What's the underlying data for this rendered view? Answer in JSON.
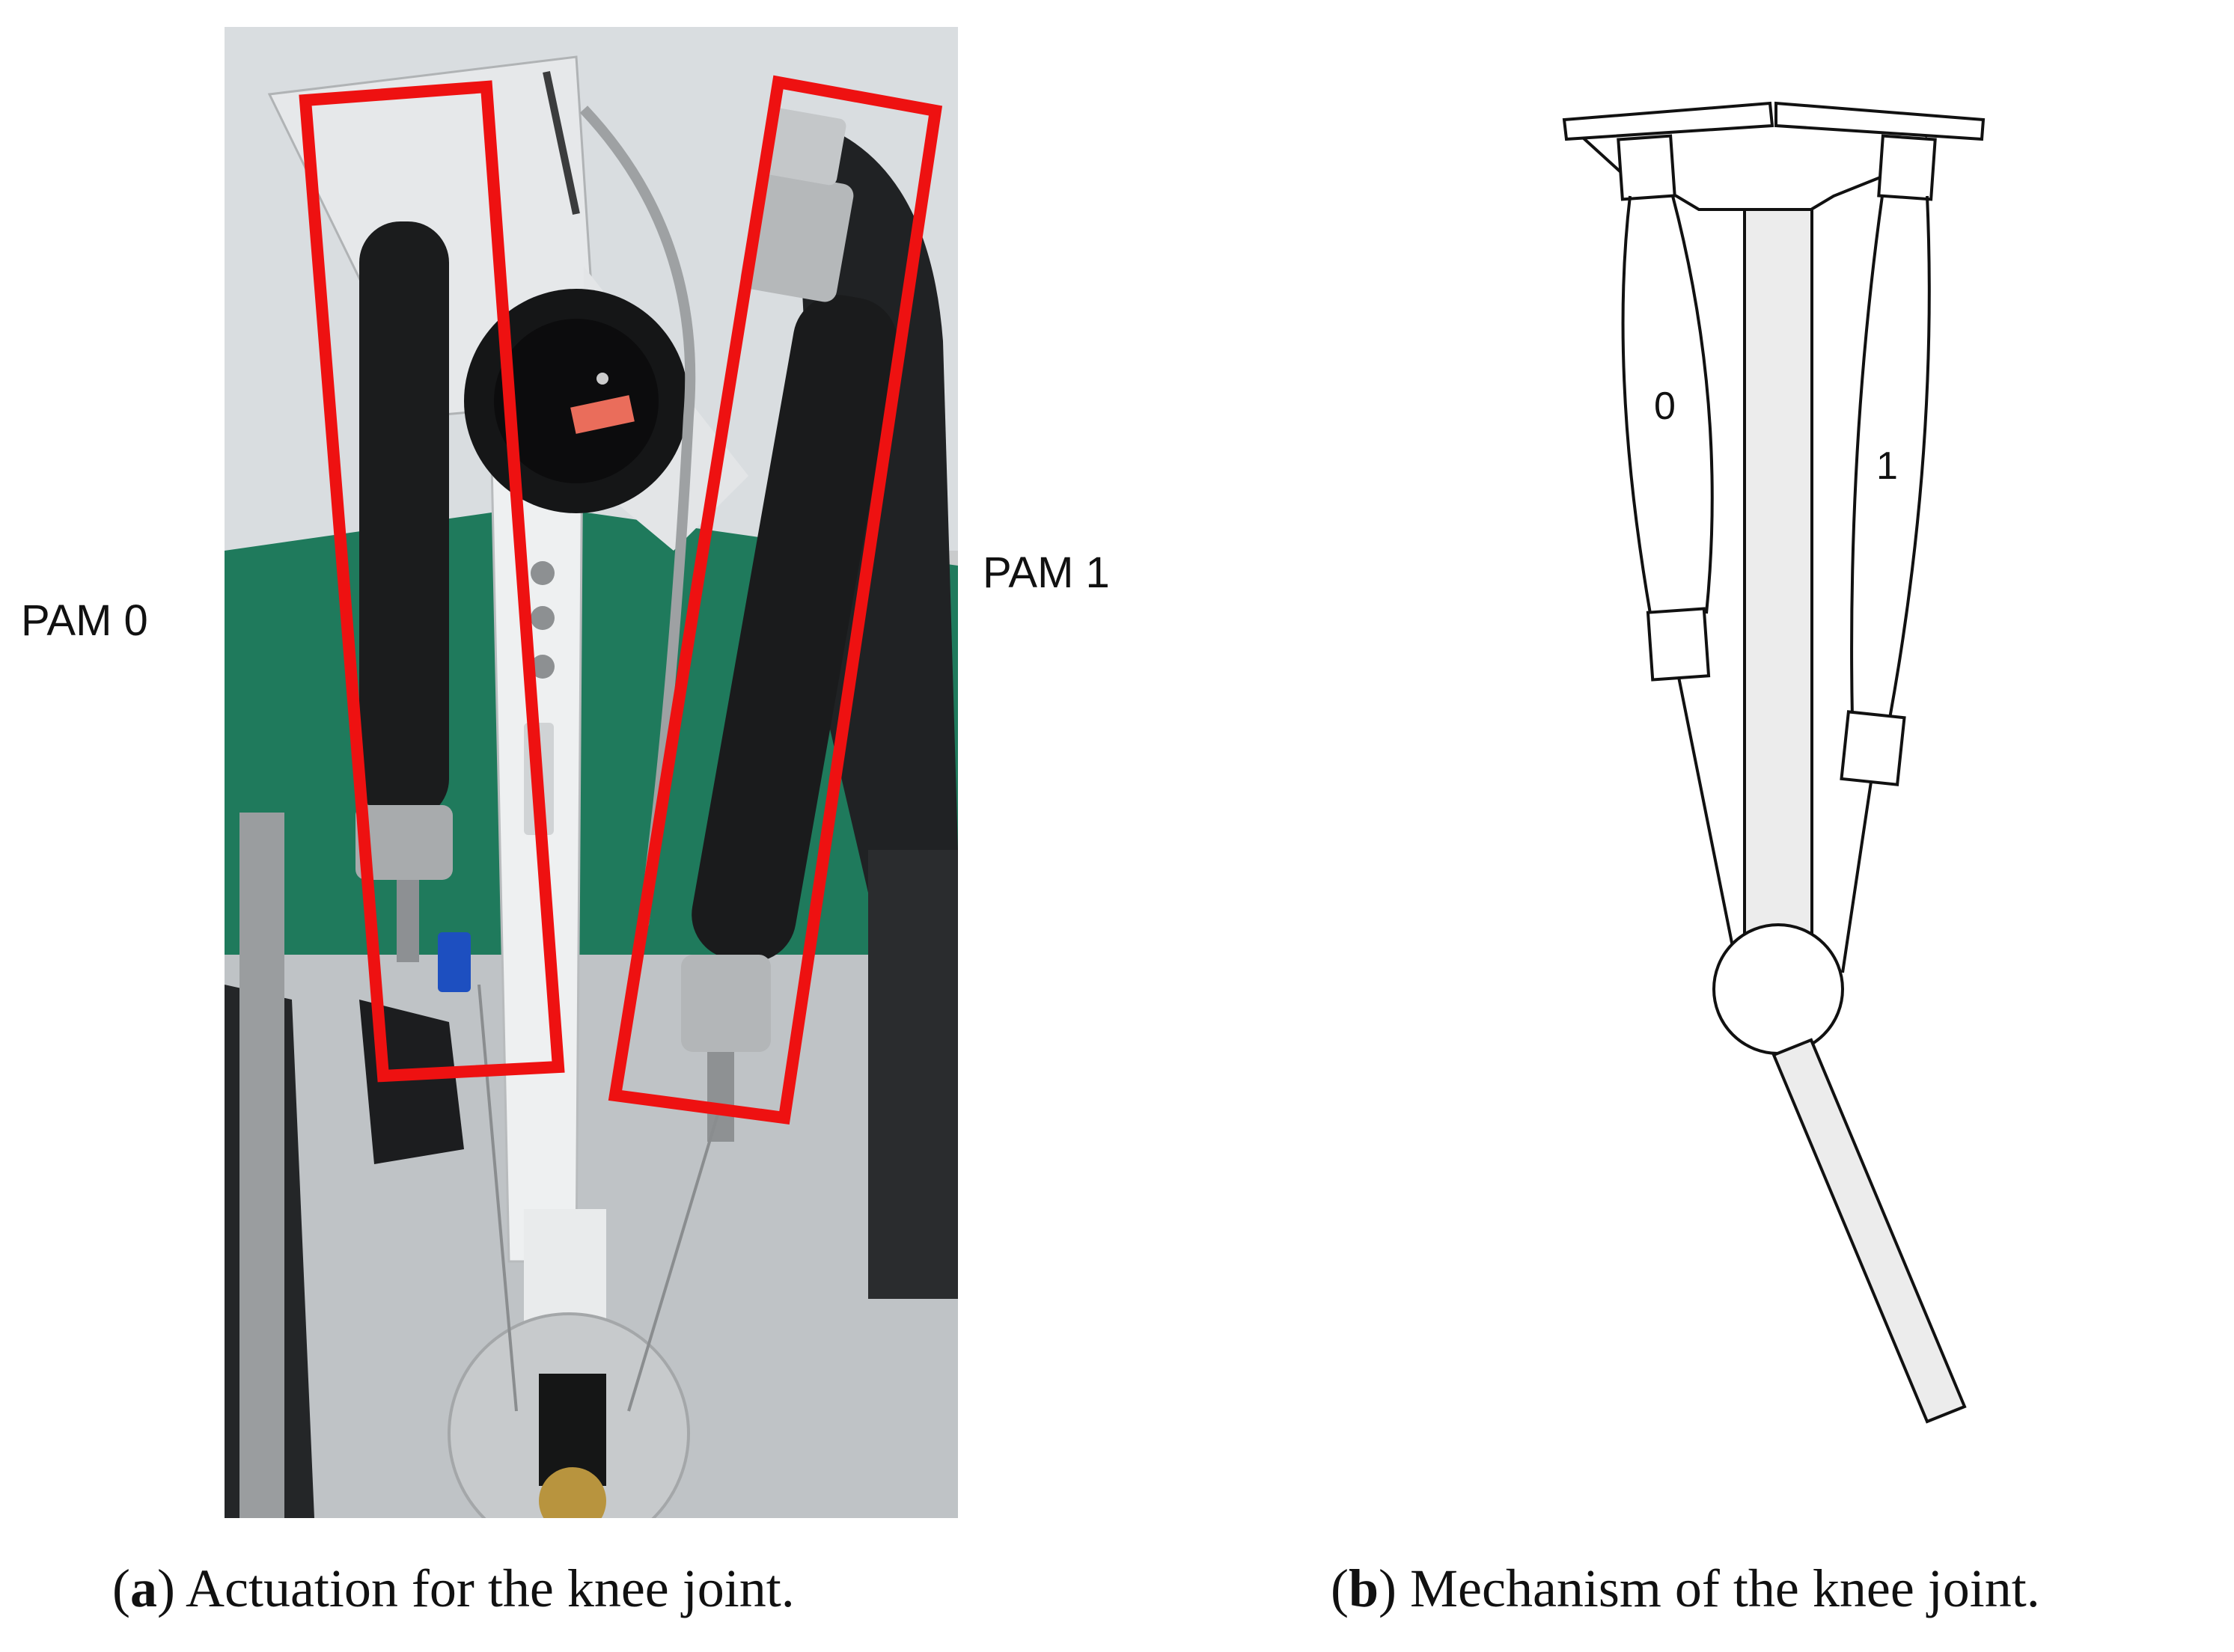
{
  "photo": {
    "left_label": "PAM 0",
    "right_label": "PAM 1",
    "highlight_color": "#ee1111"
  },
  "mechanism": {
    "muscle_0_label": "0",
    "muscle_1_label": "1",
    "link_fill": "#ececec",
    "stroke_color": "#111111"
  },
  "captions": {
    "a_letter": "a",
    "a_text": " Actuation for the knee joint.",
    "b_letter": "b",
    "b_text": " Mechanism of the knee joint."
  }
}
